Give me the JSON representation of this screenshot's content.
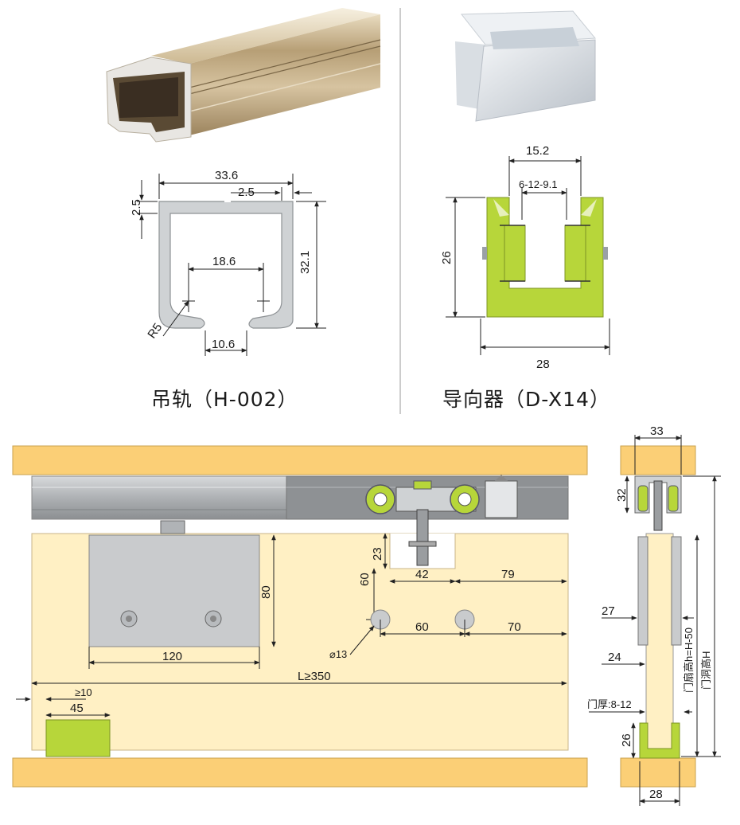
{
  "colors": {
    "wood": "#fbcf76",
    "door": "#fff0c4",
    "green": "#b7d63a",
    "rail": "#b9bcbe",
    "plate": "#c9cbcd",
    "profile": "#cfd2d4"
  },
  "rail": {
    "caption": "吊轨（H-002）",
    "dims": {
      "width": "33.6",
      "lip": "2.5",
      "top": "2.5",
      "height": "32.1",
      "inner": "18.6",
      "radius": "R5",
      "gap": "10.6"
    }
  },
  "guide": {
    "caption": "导向器（D-X14）",
    "dims": {
      "top": "15.2",
      "slot": "6-12-9.1",
      "height": "26",
      "width": "28"
    }
  },
  "front": {
    "dims": {
      "d23": "23",
      "d60v": "60",
      "d42": "42",
      "d79": "79",
      "d80": "80",
      "d60h": "60",
      "d70": "70",
      "d120": "120",
      "hole": "⌀13",
      "L": "L≥350",
      "min10": "≥10",
      "d45": "45"
    }
  },
  "side": {
    "dims": {
      "d33": "33",
      "d32": "32",
      "d27": "27",
      "d24": "24",
      "thick": "门厚:8-12",
      "d26": "26",
      "d28": "28",
      "door_h": "门扇高h=H-50",
      "open_h": "门洞高H"
    }
  }
}
